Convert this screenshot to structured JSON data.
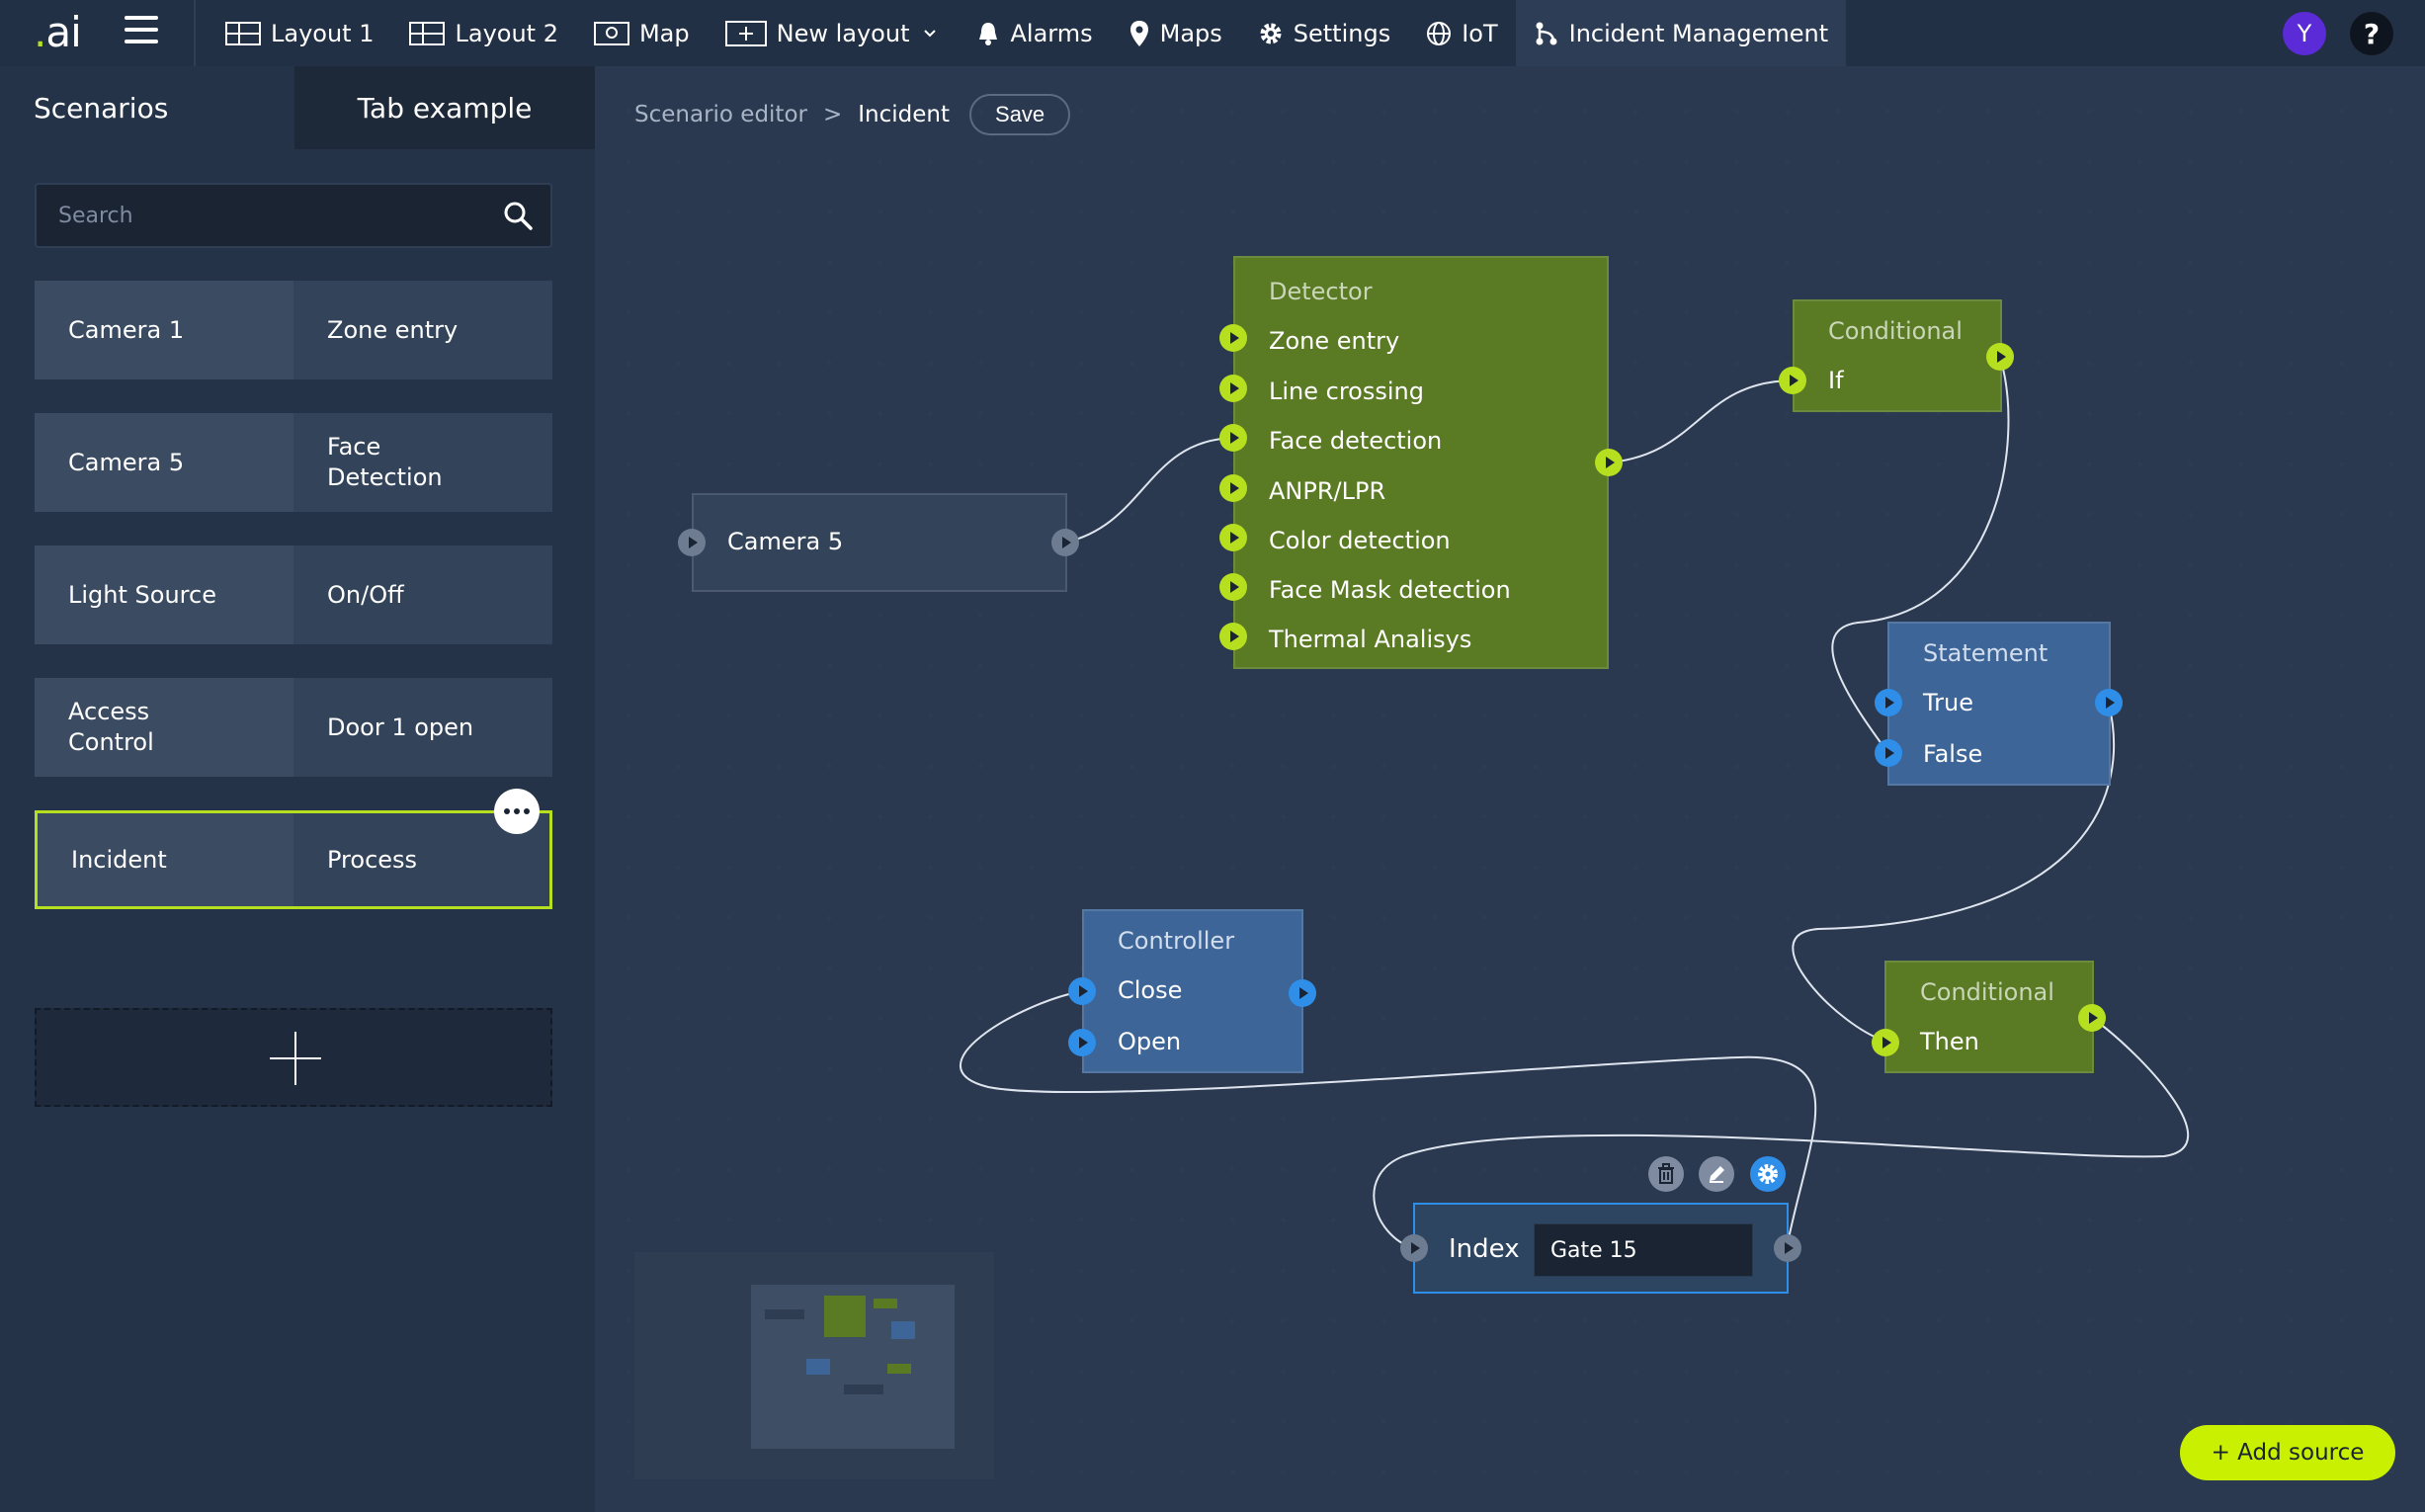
{
  "app": {
    "logo": ".ai",
    "accent": "#b6df1f",
    "user_initial": "Y",
    "help_label": "?"
  },
  "nav": {
    "items": [
      {
        "label": "Layout 1",
        "icon": "layout-icon"
      },
      {
        "label": "Layout 2",
        "icon": "layout-icon"
      },
      {
        "label": "Map",
        "icon": "map-icon"
      },
      {
        "label": "New layout",
        "icon": "add-layout-icon"
      },
      {
        "label": "Alarms",
        "icon": "bell-icon"
      },
      {
        "label": "Maps",
        "icon": "pin-icon"
      },
      {
        "label": "Settings",
        "icon": "gear-icon"
      },
      {
        "label": "IoT",
        "icon": "globe-icon"
      },
      {
        "label": "Incident Management",
        "icon": "flow-icon"
      }
    ]
  },
  "sidebar": {
    "tabs": [
      {
        "label": "Scenarios"
      },
      {
        "label": "Tab example"
      }
    ],
    "search": {
      "placeholder": "Search",
      "value": ""
    },
    "scenarios": [
      {
        "source": "Camera 1",
        "event": "Zone entry"
      },
      {
        "source": "Camera 5",
        "event": "Face Detection"
      },
      {
        "source": "Light Source",
        "event": "On/Off"
      },
      {
        "source": "Access Control",
        "event": "Door 1 open"
      },
      {
        "source": "Incident",
        "event": "Process"
      }
    ]
  },
  "editor": {
    "breadcrumb_root": "Scenario editor",
    "breadcrumb_sep": ">",
    "breadcrumb_current": "Incident",
    "save_label": "Save",
    "add_source_label": "+ Add source",
    "nodes": {
      "camera": {
        "label": "Camera 5"
      },
      "detector": {
        "title": "Detector",
        "items": [
          "Zone entry",
          "Line crossing",
          "Face detection",
          "ANPR/LPR",
          "Color detection",
          "Face Mask detection",
          "Thermal Analisys"
        ]
      },
      "conditional_if": {
        "title": "Conditional",
        "item": "If"
      },
      "statement": {
        "title": "Statement",
        "items": [
          "True",
          "False"
        ]
      },
      "conditional_then": {
        "title": "Conditional",
        "item": "Then"
      },
      "controller": {
        "title": "Controller",
        "items": [
          "Close",
          "Open"
        ]
      },
      "index": {
        "label": "Index",
        "value": "Gate 15"
      }
    }
  }
}
